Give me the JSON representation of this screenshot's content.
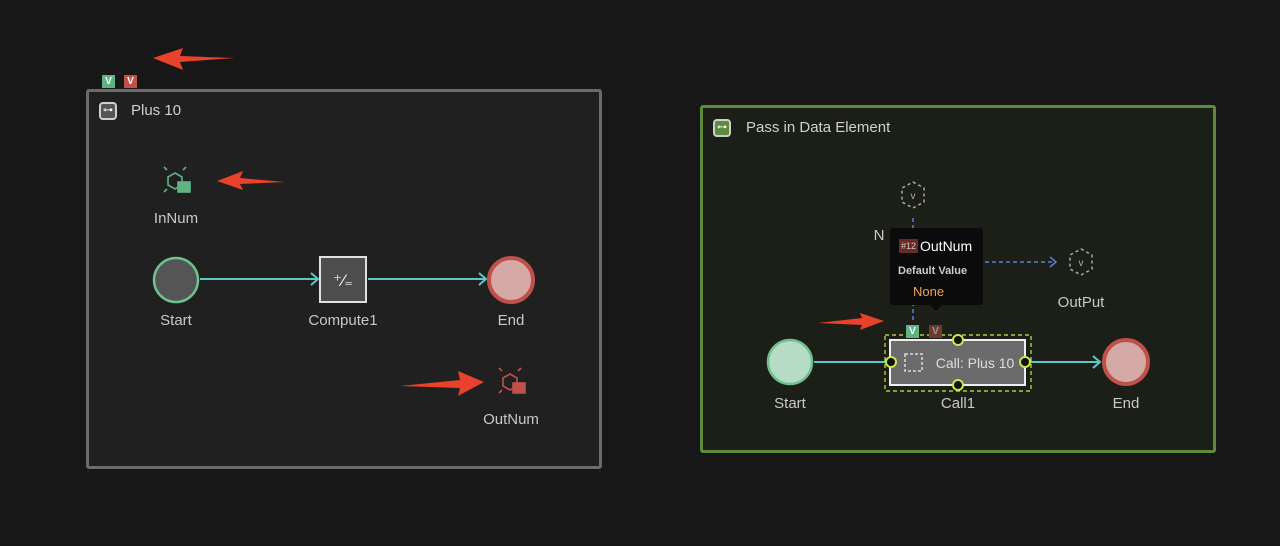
{
  "top_badges": [
    "V",
    "V"
  ],
  "left_panel": {
    "title": "Plus 10",
    "nodes": {
      "input_var": "InNum",
      "start": "Start",
      "compute": "Compute1",
      "end": "End",
      "output_var": "OutNum"
    }
  },
  "right_panel": {
    "title": "Pass in Data Element",
    "nodes": {
      "hidden_var": "N",
      "output_var": "OutPut",
      "start": "Start",
      "call": "Call: Plus 10",
      "call_label": "Call1",
      "end": "End"
    },
    "port_badges": [
      "V",
      "V"
    ]
  },
  "tooltip": {
    "type_badge": "#12",
    "name": "OutNum",
    "field_label": "Default Value",
    "field_value": "None"
  },
  "colors": {
    "input": "#5fb383",
    "output": "#c0504a",
    "edge": "#5ec8c4",
    "data_edge": "#5b7fd6",
    "selection": "#c9e84a",
    "annotation_arrow": "#e8412c"
  }
}
